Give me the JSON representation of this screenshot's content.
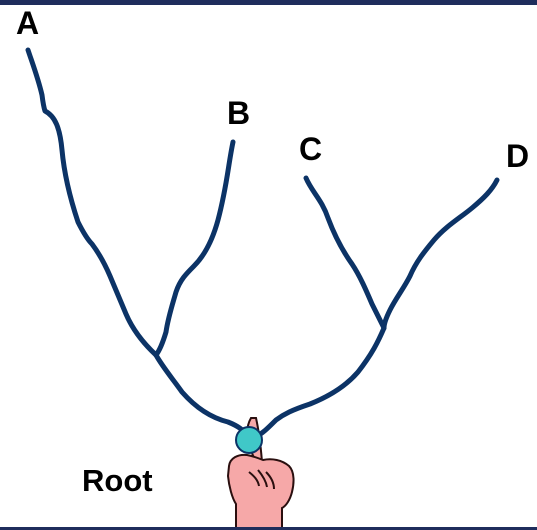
{
  "labels": {
    "a": "A",
    "b": "B",
    "c": "C",
    "d": "D",
    "root": "Root"
  },
  "colors": {
    "branch": "#0c3366",
    "bar": "#1f2d5c",
    "node_fill": "#40c8c8",
    "node_stroke": "#0c3366",
    "hand_fill": "#f6a8a8",
    "hand_stroke": "#2a0f0f"
  },
  "icons": {
    "root_node": "circle-node",
    "hand": "hand-holding-icon"
  }
}
